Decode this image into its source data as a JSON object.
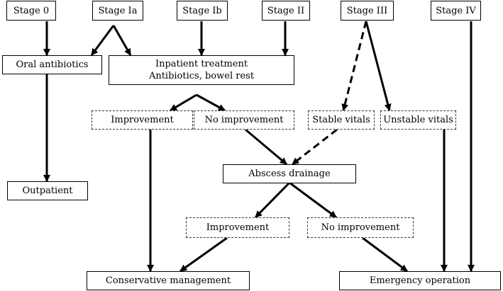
{
  "stages": {
    "stage0": "Stage 0",
    "stage1a": "Stage Ia",
    "stage1b": "Stage Ib",
    "stage2": "Stage II",
    "stage3": "Stage III",
    "stage4": "Stage IV"
  },
  "treatments": {
    "oral_antibiotics": "Oral antibiotics",
    "inpatient_line1": "Inpatient treatment",
    "inpatient_line2": "Antibiotics, bowel rest",
    "outpatient": "Outpatient",
    "abscess_drainage": "Abscess drainage",
    "conservative_management": "Conservative management",
    "emergency_operation": "Emergency operation"
  },
  "outcomes": {
    "improvement_1": "Improvement",
    "no_improvement_1": "No improvement",
    "stable_vitals": "Stable vitals",
    "unstable_vitals": "Unstable vitals",
    "improvement_2": "Improvement",
    "no_improvement_2": "No improvement"
  },
  "colors": {
    "line": "#000000",
    "box_border": "#000000",
    "background": "#ffffff"
  }
}
